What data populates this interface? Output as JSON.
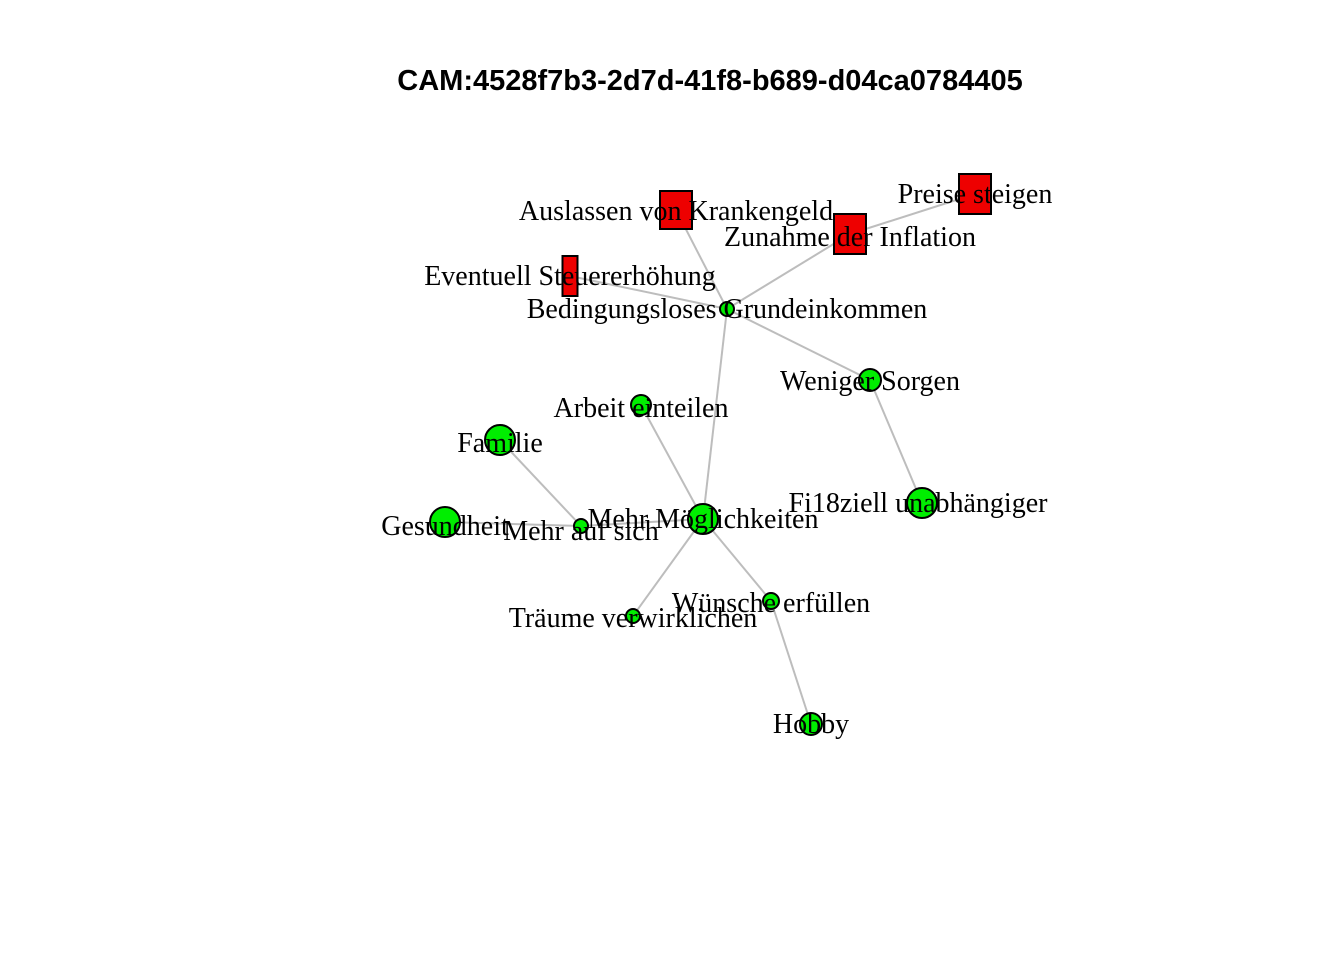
{
  "title": "CAM:4528f7b3-2d7d-41f8-b689-d04ca0784405",
  "colors": {
    "negative": "#ee0000",
    "positive": "#00ee00",
    "edge": "#bdbdbd",
    "outline": "#000000"
  },
  "nodes": [
    {
      "id": "n1",
      "label": "Auslassen von Krankengeld",
      "shape": "square",
      "valence": "negative"
    },
    {
      "id": "n2",
      "label": "Preise steigen",
      "shape": "square",
      "valence": "negative"
    },
    {
      "id": "n3",
      "label": "Zunahme der Inflation",
      "shape": "square",
      "valence": "negative"
    },
    {
      "id": "n4",
      "label": "Eventuell Steuererhöhung",
      "shape": "square",
      "valence": "negative"
    },
    {
      "id": "n5",
      "label": "Bedingungsloses Grundeinkommen",
      "shape": "circle",
      "valence": "positive"
    },
    {
      "id": "n6",
      "label": "Weniger Sorgen",
      "shape": "circle",
      "valence": "positive"
    },
    {
      "id": "n7",
      "label": "Arbeit einteilen",
      "shape": "circle",
      "valence": "positive"
    },
    {
      "id": "n8",
      "label": "Familie",
      "shape": "circle",
      "valence": "positive"
    },
    {
      "id": "n9",
      "label": "Fi18ziell unabhängiger",
      "shape": "circle",
      "valence": "positive"
    },
    {
      "id": "n10",
      "label": "Gesundheit",
      "shape": "circle",
      "valence": "positive"
    },
    {
      "id": "n11",
      "label": "Mehr auf sich",
      "shape": "circle",
      "valence": "positive"
    },
    {
      "id": "n12",
      "label": "Mehr Möglichkeiten",
      "shape": "circle",
      "valence": "positive"
    },
    {
      "id": "n13",
      "label": "Wünsche erfüllen",
      "shape": "circle",
      "valence": "positive"
    },
    {
      "id": "n14",
      "label": "Träume verwirklichen",
      "shape": "circle",
      "valence": "positive"
    },
    {
      "id": "n15",
      "label": "Hobby",
      "shape": "circle",
      "valence": "positive"
    }
  ],
  "edges": [
    [
      "n5",
      "n1"
    ],
    [
      "n5",
      "n3"
    ],
    [
      "n3",
      "n2"
    ],
    [
      "n5",
      "n4"
    ],
    [
      "n5",
      "n6"
    ],
    [
      "n6",
      "n9"
    ],
    [
      "n5",
      "n12"
    ],
    [
      "n7",
      "n12"
    ],
    [
      "n12",
      "n11"
    ],
    [
      "n11",
      "n8"
    ],
    [
      "n11",
      "n10"
    ],
    [
      "n12",
      "n14"
    ],
    [
      "n12",
      "n13"
    ],
    [
      "n13",
      "n15"
    ]
  ]
}
